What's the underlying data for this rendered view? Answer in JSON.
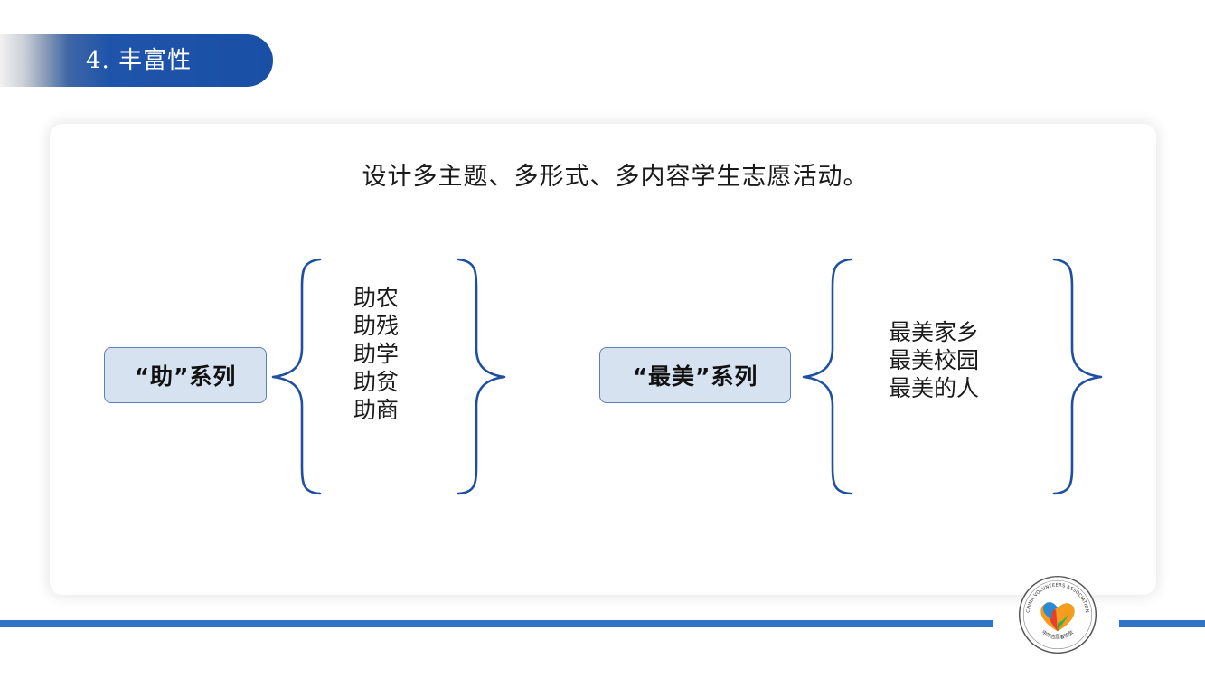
{
  "header": {
    "title": "4. 丰富性"
  },
  "main": {
    "subtitle": "设计多主题、多形式、多内容学生志愿活动。",
    "groups": [
      {
        "label": "“助”系列",
        "items": [
          "助农",
          "助残",
          "助学",
          "助贫",
          "助商"
        ]
      },
      {
        "label": "“最美”系列",
        "items": [
          "最美家乡",
          "最美校园",
          "最美的人"
        ]
      }
    ]
  },
  "logo": {
    "top_text": "CHINA VOLUNTEERS ASSOCIATION",
    "bottom_text": "中华志愿者协会"
  },
  "colors": {
    "accent_blue": "#1a4fa6",
    "brace_blue": "#1f4f9e",
    "line_blue": "#2e73c5",
    "box_fill": "#d7e2f1",
    "box_border": "#5b7fb6"
  }
}
